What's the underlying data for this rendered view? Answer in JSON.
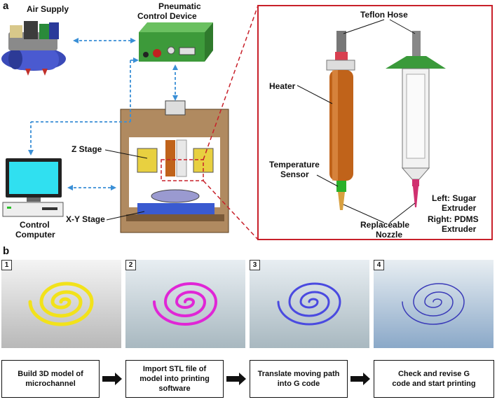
{
  "panel_a": {
    "letter": "a",
    "labels": {
      "air_supply": "Air Supply",
      "pneumatic_1": "Pneumatic",
      "pneumatic_2": "Control Device",
      "z_stage": "Z Stage",
      "control_1": "Control",
      "control_2": "Computer",
      "xy_stage": "X-Y Stage",
      "teflon_hose": "Teflon Hose",
      "heater": "Heater",
      "temp_1": "Temperature",
      "temp_2": "Sensor",
      "replace_1": "Replaceable",
      "replace_2": "Nozzle",
      "left_sugar_1": "Left: Sugar",
      "left_sugar_2": "Extruder",
      "right_pdms_1": "Right: PDMS",
      "right_pdms_2": "Extruder"
    }
  },
  "panel_b": {
    "letter": "b",
    "thumbnails": [
      {
        "num": "1",
        "color": "#f2e21a"
      },
      {
        "num": "2",
        "color": "#e026d6"
      },
      {
        "num": "3",
        "color": "#4a4ae0"
      },
      {
        "num": "4",
        "color": "#3a3ab8"
      }
    ],
    "steps": [
      {
        "line1": "Build 3D model of",
        "line2": "microchannel"
      },
      {
        "line1": "Import  STL file of",
        "line2": "model into printing",
        "line3": "software"
      },
      {
        "line1": "Translate moving path",
        "line2": "into G code"
      },
      {
        "line1": "Check and revise G",
        "line2": "code and start printing"
      }
    ]
  },
  "colors": {
    "red_box": "#c8202a",
    "dashed_blue": "#3a8fd6",
    "frame_wood": "#b08a60",
    "heater_orange": "#c0631a",
    "green_device": "#3d9a3a"
  }
}
